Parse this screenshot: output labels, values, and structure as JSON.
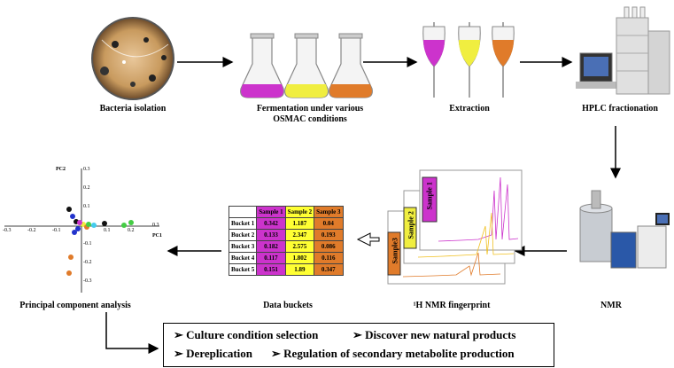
{
  "steps": {
    "bacteria": "Bacteria isolation",
    "fermentation_line1": "Fermentation under various",
    "fermentation_line2": "OSMAC conditions",
    "extraction": "Extraction",
    "hplc": "HPLC fractionation",
    "nmr": "NMR",
    "fingerprint": "¹H NMR fingerprint",
    "buckets": "Data buckets",
    "pca": "Principal component analysis"
  },
  "fingerprint_samples": [
    "Sample 1",
    "Sample 2",
    "Sample3"
  ],
  "table": {
    "headers": [
      "",
      "Sample 1",
      "Sample 2",
      "Sample 3"
    ],
    "rows": [
      [
        "Bucket 1",
        "0.342",
        "1.187",
        "0.04"
      ],
      [
        "Bucket 2",
        "0.133",
        "2.347",
        "0.193"
      ],
      [
        "Bucket 3",
        "0.182",
        "2.575",
        "0.086"
      ],
      [
        "Bucket 4",
        "0.117",
        "1.802",
        "0.116"
      ],
      [
        "Bucket 5",
        "0.151",
        "1.89",
        "0.347"
      ]
    ]
  },
  "pca": {
    "pc1_label": "PC1",
    "pc2_label": "PC2",
    "x_ticks": [
      "-0.3",
      "-0.2",
      "-0.1",
      "0.1",
      "0.2",
      "0.3"
    ],
    "y_ticks": [
      "0.3",
      "0.2",
      "0.1",
      "-0.1",
      "-0.2",
      "-0.3"
    ]
  },
  "outcomes": {
    "culture": "Culture condition selection",
    "discover": "Discover new natural products",
    "dereplication": "Dereplication",
    "regulation": "Regulation of secondary metabolite production"
  },
  "colors": {
    "magenta": "#cc33cc",
    "yellow": "#ffff33",
    "orange": "#e07b2a"
  }
}
